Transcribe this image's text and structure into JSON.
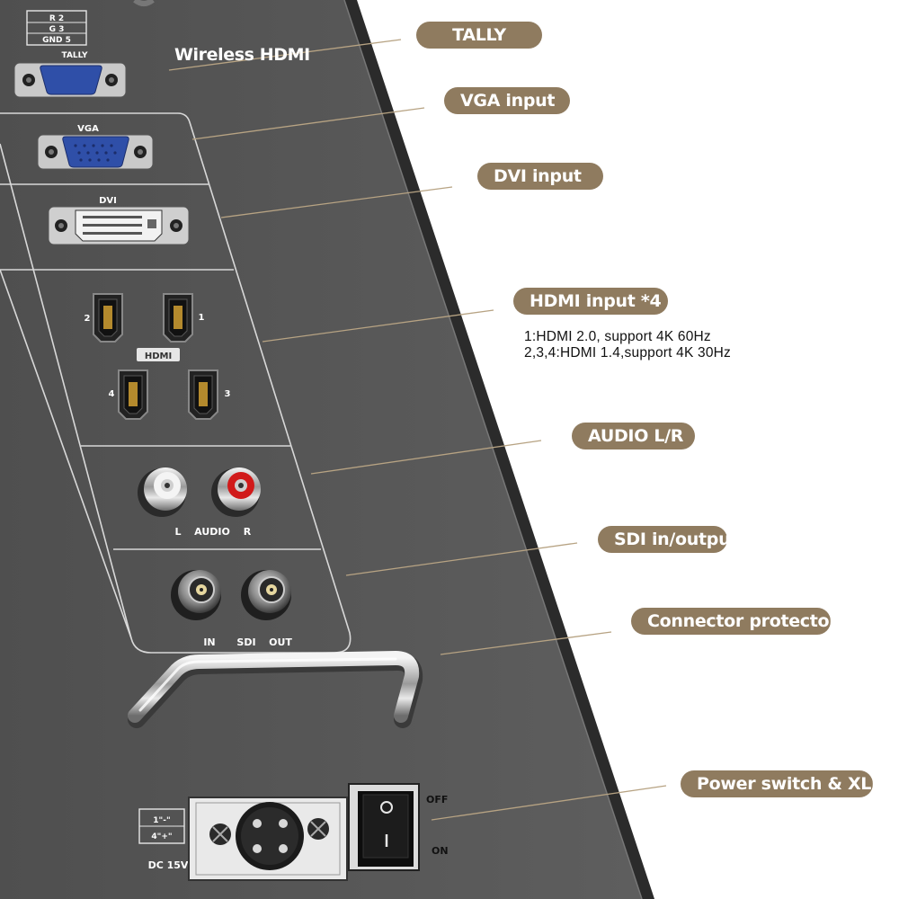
{
  "colors": {
    "panel": "#565656",
    "panel_edge": "#2a2a2a",
    "callout_bg": "#8f7b5f",
    "leader_line": "#b7a383",
    "vga_blue": "#2f4fa8",
    "rca_red": "#d11a1a"
  },
  "callouts": {
    "tally": "TALLY",
    "vga": "VGA input",
    "dvi": "DVI input",
    "hdmi": "HDMI input *4",
    "audio": "AUDIO L/R",
    "sdi": "SDI in/output",
    "protector": "Connector protector",
    "power": "Power switch & XLR"
  },
  "hdmi_note": {
    "line1": "1:HDMI 2.0, support 4K 60Hz",
    "line2": "2,3,4:HDMI 1.4,support 4K 30Hz"
  },
  "panel_labels": {
    "wireless_hdmi": "Wireless HDMI",
    "tally_pins": [
      "R  2",
      "G  3",
      "GND 5"
    ],
    "tally": "TALLY",
    "vga": "VGA",
    "dvi": "DVI",
    "hdmi": "HDMI",
    "hdmi_ports": [
      "2",
      "1",
      "4",
      "3"
    ],
    "audio_l": "L",
    "audio": "AUDIO",
    "audio_r": "R",
    "sdi_in": "IN",
    "sdi": "SDI",
    "sdi_out": "OUT",
    "dc_pin1": "1\"-\"",
    "dc_pin4": "4\"+\"",
    "dc": "DC 15V",
    "switch_off": "OFF",
    "switch_on": "ON"
  },
  "icons": [
    "vga-connector-icon",
    "dvi-connector-icon",
    "hdmi-port-icon",
    "rca-jack-icon",
    "bnc-connector-icon",
    "xlr-connector-icon",
    "rocker-switch-icon",
    "handle-icon"
  ]
}
